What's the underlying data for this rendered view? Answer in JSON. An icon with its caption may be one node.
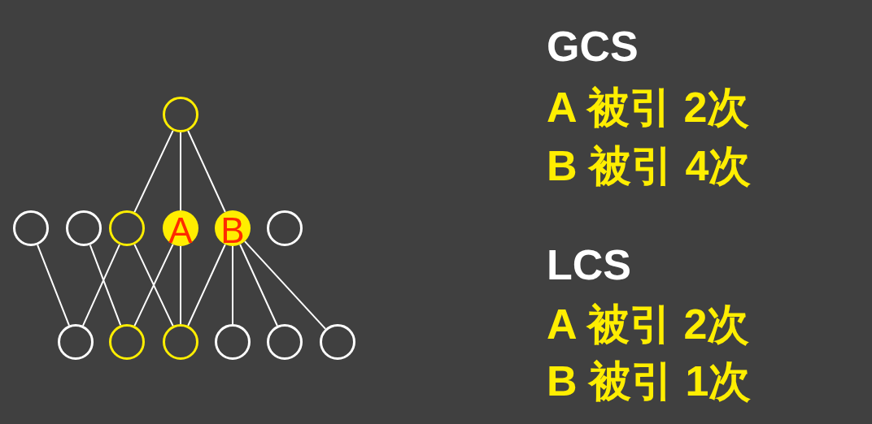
{
  "diagram": {
    "nodes": [
      {
        "text": [],
        "shape": "circle"
      },
      {
        "text": [],
        "shape": "circle"
      },
      {
        "text": [],
        "shape": "circle"
      },
      {
        "text": [],
        "shape": "circle"
      },
      {
        "text": [
          "A"
        ]
      },
      {
        "text": [
          "B"
        ]
      },
      {
        "text": [],
        "shape": "circle"
      },
      {
        "text": [],
        "shape": "circle"
      },
      {
        "text": [],
        "shape": "circle"
      },
      {
        "text": [],
        "shape": "circle"
      },
      {
        "text": [],
        "shape": "circle"
      },
      {
        "text": [],
        "shape": "circle"
      },
      {
        "text": [],
        "shape": "circle"
      }
    ],
    "edges": [
      {
        "from": 0,
        "to": 3,
        "arrow": "none"
      },
      {
        "from": 0,
        "to": 4,
        "arrow": "none"
      },
      {
        "from": 0,
        "to": 5,
        "arrow": "none"
      },
      {
        "from": 1,
        "to": 7,
        "arrow": "none"
      },
      {
        "from": 2,
        "to": 8,
        "arrow": "none"
      },
      {
        "from": 3,
        "to": 7,
        "arrow": "none"
      },
      {
        "from": 3,
        "to": 9,
        "arrow": "none"
      },
      {
        "from": 4,
        "to": 8,
        "arrow": "none"
      },
      {
        "from": 4,
        "to": 9,
        "arrow": "none"
      },
      {
        "from": 5,
        "to": 9,
        "arrow": "none"
      },
      {
        "from": 5,
        "to": 10,
        "arrow": "none"
      },
      {
        "from": 5,
        "to": 11,
        "arrow": "none"
      },
      {
        "from": 5,
        "to": 12,
        "arrow": "none"
      }
    ],
    "labels": [
      "GCS",
      "A 被引 2次",
      "B 被引 4次",
      "LCS",
      "A 被引 2次",
      "B 被引 1次"
    ]
  }
}
